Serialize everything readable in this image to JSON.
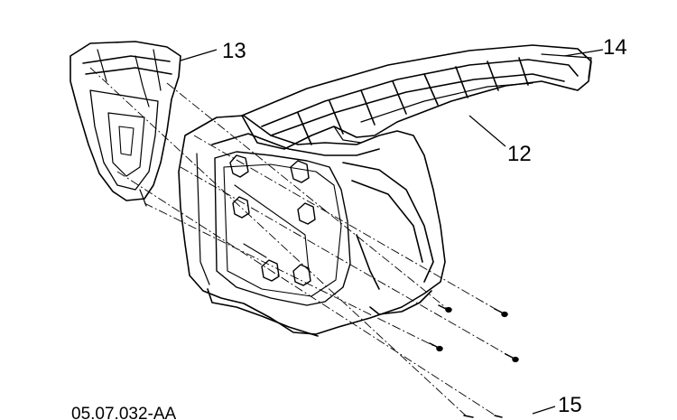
{
  "figure": {
    "reference_code": "05.07.032-AA",
    "callouts": [
      {
        "id": "c13",
        "label": "13"
      },
      {
        "id": "c14",
        "label": "14"
      },
      {
        "id": "c12",
        "label": "12"
      },
      {
        "id": "c15",
        "label": "15"
      }
    ]
  }
}
